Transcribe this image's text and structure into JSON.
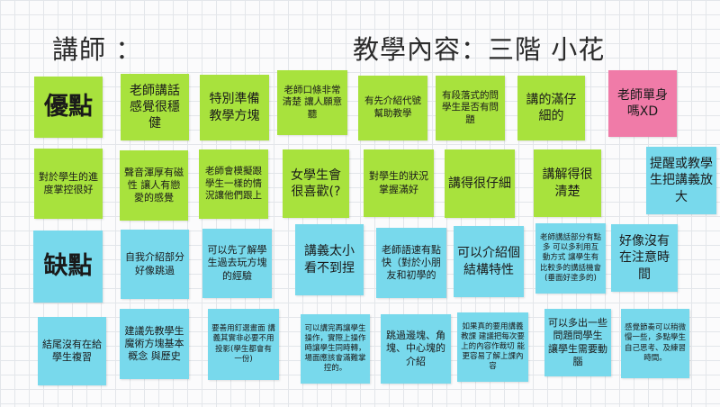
{
  "header": {
    "instructor_label": "講師  ：",
    "content_label": "教學內容：三階 小花"
  },
  "notes": [
    {
      "id": "pros-label",
      "text": "優點",
      "color": "#a8e23d"
    },
    {
      "id": "n-steady",
      "text": "老師講話感覺很穩健",
      "color": "#a8e23d"
    },
    {
      "id": "n-prepared",
      "text": "特別準備教學方塊",
      "color": "#a8e23d"
    },
    {
      "id": "n-clear",
      "text": "老師口條非常清楚 讓人願意聽",
      "color": "#a8e23d"
    },
    {
      "id": "n-intro",
      "text": "有先介紹代號幫助教學",
      "color": "#a8e23d"
    },
    {
      "id": "n-ask",
      "text": "有段落式的問學生是否有問題",
      "color": "#a8e23d"
    },
    {
      "id": "n-careful",
      "text": "講的滿仔細的",
      "color": "#a8e23d"
    },
    {
      "id": "n-single",
      "text": "老師單身嗎XD",
      "color": "#f07ba8"
    },
    {
      "id": "n-progress",
      "text": "對於學生的進度掌控很好",
      "color": "#a8e23d"
    },
    {
      "id": "n-voice",
      "text": "聲音渾厚有磁性 讓人有戀愛的感覺",
      "color": "#a8e23d"
    },
    {
      "id": "n-simulate",
      "text": "老師會模擬跟學生一樣的情況讓他們跟上",
      "color": "#a8e23d"
    },
    {
      "id": "n-girls",
      "text": "女學生會很喜歡(?",
      "color": "#a8e23d"
    },
    {
      "id": "n-grasp",
      "text": "對學生的狀況掌握滿好",
      "color": "#a8e23d"
    },
    {
      "id": "n-detailed",
      "text": "講得很仔細",
      "color": "#a8e23d"
    },
    {
      "id": "n-explain",
      "text": "講解得很清楚",
      "color": "#a8e23d"
    },
    {
      "id": "n-remind",
      "text": "提醒或教學生把講義放大",
      "color": "#78d9ec"
    },
    {
      "id": "cons-label",
      "text": "缺點",
      "color": "#78d9ec"
    },
    {
      "id": "n-skip-intro",
      "text": "自我介紹部分好像跳過",
      "color": "#78d9ec"
    },
    {
      "id": "n-experience",
      "text": "可以先了解學生過去玩方塊的經驗",
      "color": "#78d9ec"
    },
    {
      "id": "n-small",
      "text": "講義太小看不到捏",
      "color": "#78d9ec"
    },
    {
      "id": "n-fast",
      "text": "老師語速有點快（對於小朋友和初學的",
      "color": "#78d9ec"
    },
    {
      "id": "n-structure",
      "text": "可以介紹個結構特性",
      "color": "#78d9ec"
    },
    {
      "id": "n-interactive",
      "text": "老師講話部分有點多 可以多利用互動方式 讓學生有比較多的講話機會(垂面好塗多的)",
      "color": "#78d9ec"
    },
    {
      "id": "n-time",
      "text": "好像沒有在注意時間",
      "color": "#78d9ec"
    },
    {
      "id": "n-recap",
      "text": "結尾沒有在給學生複習",
      "color": "#78d9ec"
    },
    {
      "id": "n-history",
      "text": "建議先教學生魔術方塊基本概念 與歷史",
      "color": "#78d9ec"
    },
    {
      "id": "n-projector",
      "text": "要善用釘選畫面 講義其實非必要不用投影(學生都會有一份)",
      "color": "#78d9ec"
    },
    {
      "id": "n-operate",
      "text": "可以講完再讓學生操作，實際上操作時讓學生同時轉，場面應該會滿難掌控的。",
      "color": "#78d9ec"
    },
    {
      "id": "n-edges",
      "text": "跳過邊塊、角塊、中心塊的介紹",
      "color": "#78d9ec"
    },
    {
      "id": "n-real",
      "text": "如果真的要用講義教課 建議把每次要上的內容作裁切 能更容易了解上課內容",
      "color": "#78d9ec"
    },
    {
      "id": "n-questions",
      "text": "可以多出一些問題問學生 讓學生需要動腦",
      "color": "#78d9ec"
    },
    {
      "id": "n-pace",
      "text": "感覺節奏可以稍微慢一些，多點學生自己思考、及練習時間。",
      "color": "#78d9ec"
    }
  ]
}
